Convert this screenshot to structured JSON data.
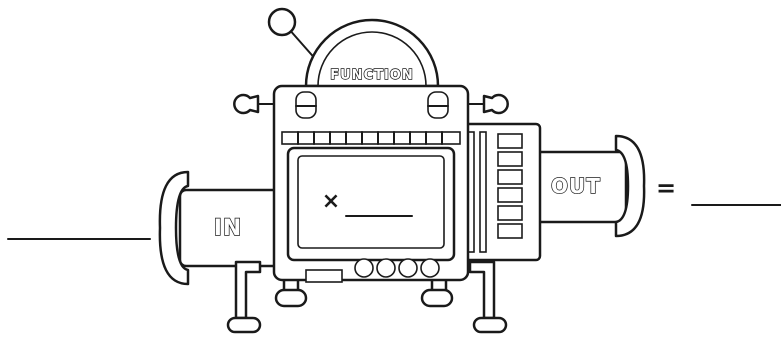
{
  "machine": {
    "arch_label": "FUNCTION",
    "in_label": "IN",
    "out_label": "OUT",
    "operator": "×",
    "equals": "=",
    "input_value": "",
    "operand_value": "",
    "output_value": ""
  }
}
